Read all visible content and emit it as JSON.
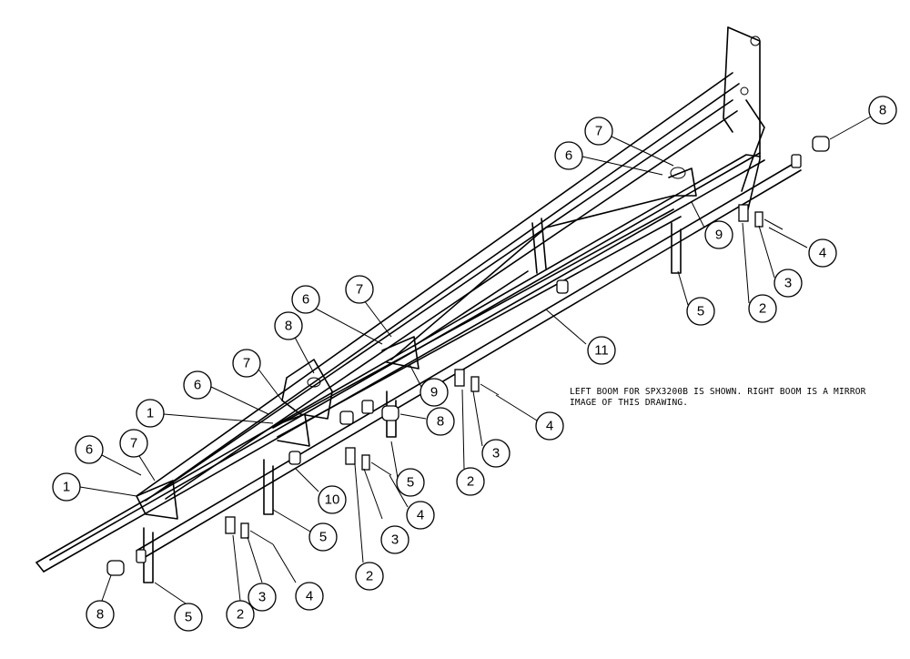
{
  "note": "LEFT BOOM FOR SPX3200B IS SHOWN. RIGHT BOOM IS A MIRROR IMAGE OF THIS DRAWING.",
  "callouts": [
    {
      "id": "c1",
      "label": "8"
    },
    {
      "id": "c2",
      "label": "7"
    },
    {
      "id": "c3",
      "label": "6"
    },
    {
      "id": "c4",
      "label": "9"
    },
    {
      "id": "c5",
      "label": "4"
    },
    {
      "id": "c6",
      "label": "3"
    },
    {
      "id": "c7",
      "label": "2"
    },
    {
      "id": "c8",
      "label": "5"
    },
    {
      "id": "c9",
      "label": "11"
    },
    {
      "id": "c10",
      "label": "7"
    },
    {
      "id": "c11",
      "label": "6"
    },
    {
      "id": "c12",
      "label": "9"
    },
    {
      "id": "c13",
      "label": "8"
    },
    {
      "id": "c14",
      "label": "4"
    },
    {
      "id": "c15",
      "label": "3"
    },
    {
      "id": "c16",
      "label": "2"
    },
    {
      "id": "c17",
      "label": "8"
    },
    {
      "id": "c18",
      "label": "7"
    },
    {
      "id": "c19",
      "label": "6"
    },
    {
      "id": "c20",
      "label": "1"
    },
    {
      "id": "c21",
      "label": "5"
    },
    {
      "id": "c22",
      "label": "4"
    },
    {
      "id": "c23",
      "label": "3"
    },
    {
      "id": "c24",
      "label": "2"
    },
    {
      "id": "c25",
      "label": "10"
    },
    {
      "id": "c26",
      "label": "5"
    },
    {
      "id": "c27",
      "label": "6"
    },
    {
      "id": "c28",
      "label": "7"
    },
    {
      "id": "c29",
      "label": "1"
    },
    {
      "id": "c30",
      "label": "4"
    },
    {
      "id": "c31",
      "label": "3"
    },
    {
      "id": "c32",
      "label": "2"
    },
    {
      "id": "c33",
      "label": "5"
    },
    {
      "id": "c34",
      "label": "8"
    }
  ]
}
